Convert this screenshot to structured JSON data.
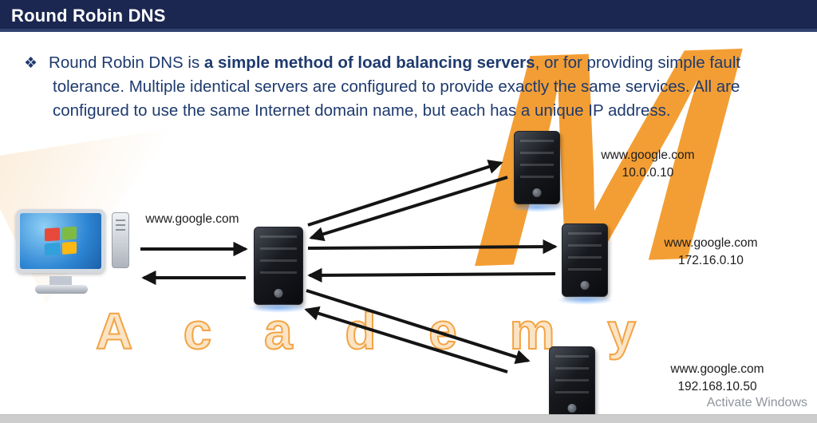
{
  "header": {
    "title": "Round Robin DNS"
  },
  "bullet": {
    "marker": "❖",
    "text_pre": "Round Robin DNS is ",
    "text_bold": "a simple method of load balancing servers",
    "text_post": ", or for providing simple fault tolerance. Multiple identical servers are configured to provide exactly the same services. All are configured to use the same Internet domain name, but each has a unique IP address."
  },
  "diagram": {
    "client": {
      "label": "www.google.com"
    },
    "servers": [
      {
        "domain": "www.google.com",
        "ip": "10.0.0.10"
      },
      {
        "domain": "www.google.com",
        "ip": "172.16.0.10"
      },
      {
        "domain": "www.google.com",
        "ip": "192.168.10.50"
      }
    ]
  },
  "watermark": {
    "mark": "M",
    "academy": "A c a d e m y",
    "color": "#f2941e"
  },
  "overlay": {
    "activate_windows": "Activate Windows"
  },
  "colors": {
    "header_bg": "#1b2750",
    "body_text": "#1e3a6e",
    "arrow": "#141414",
    "accent_orange": "#f2941e"
  }
}
